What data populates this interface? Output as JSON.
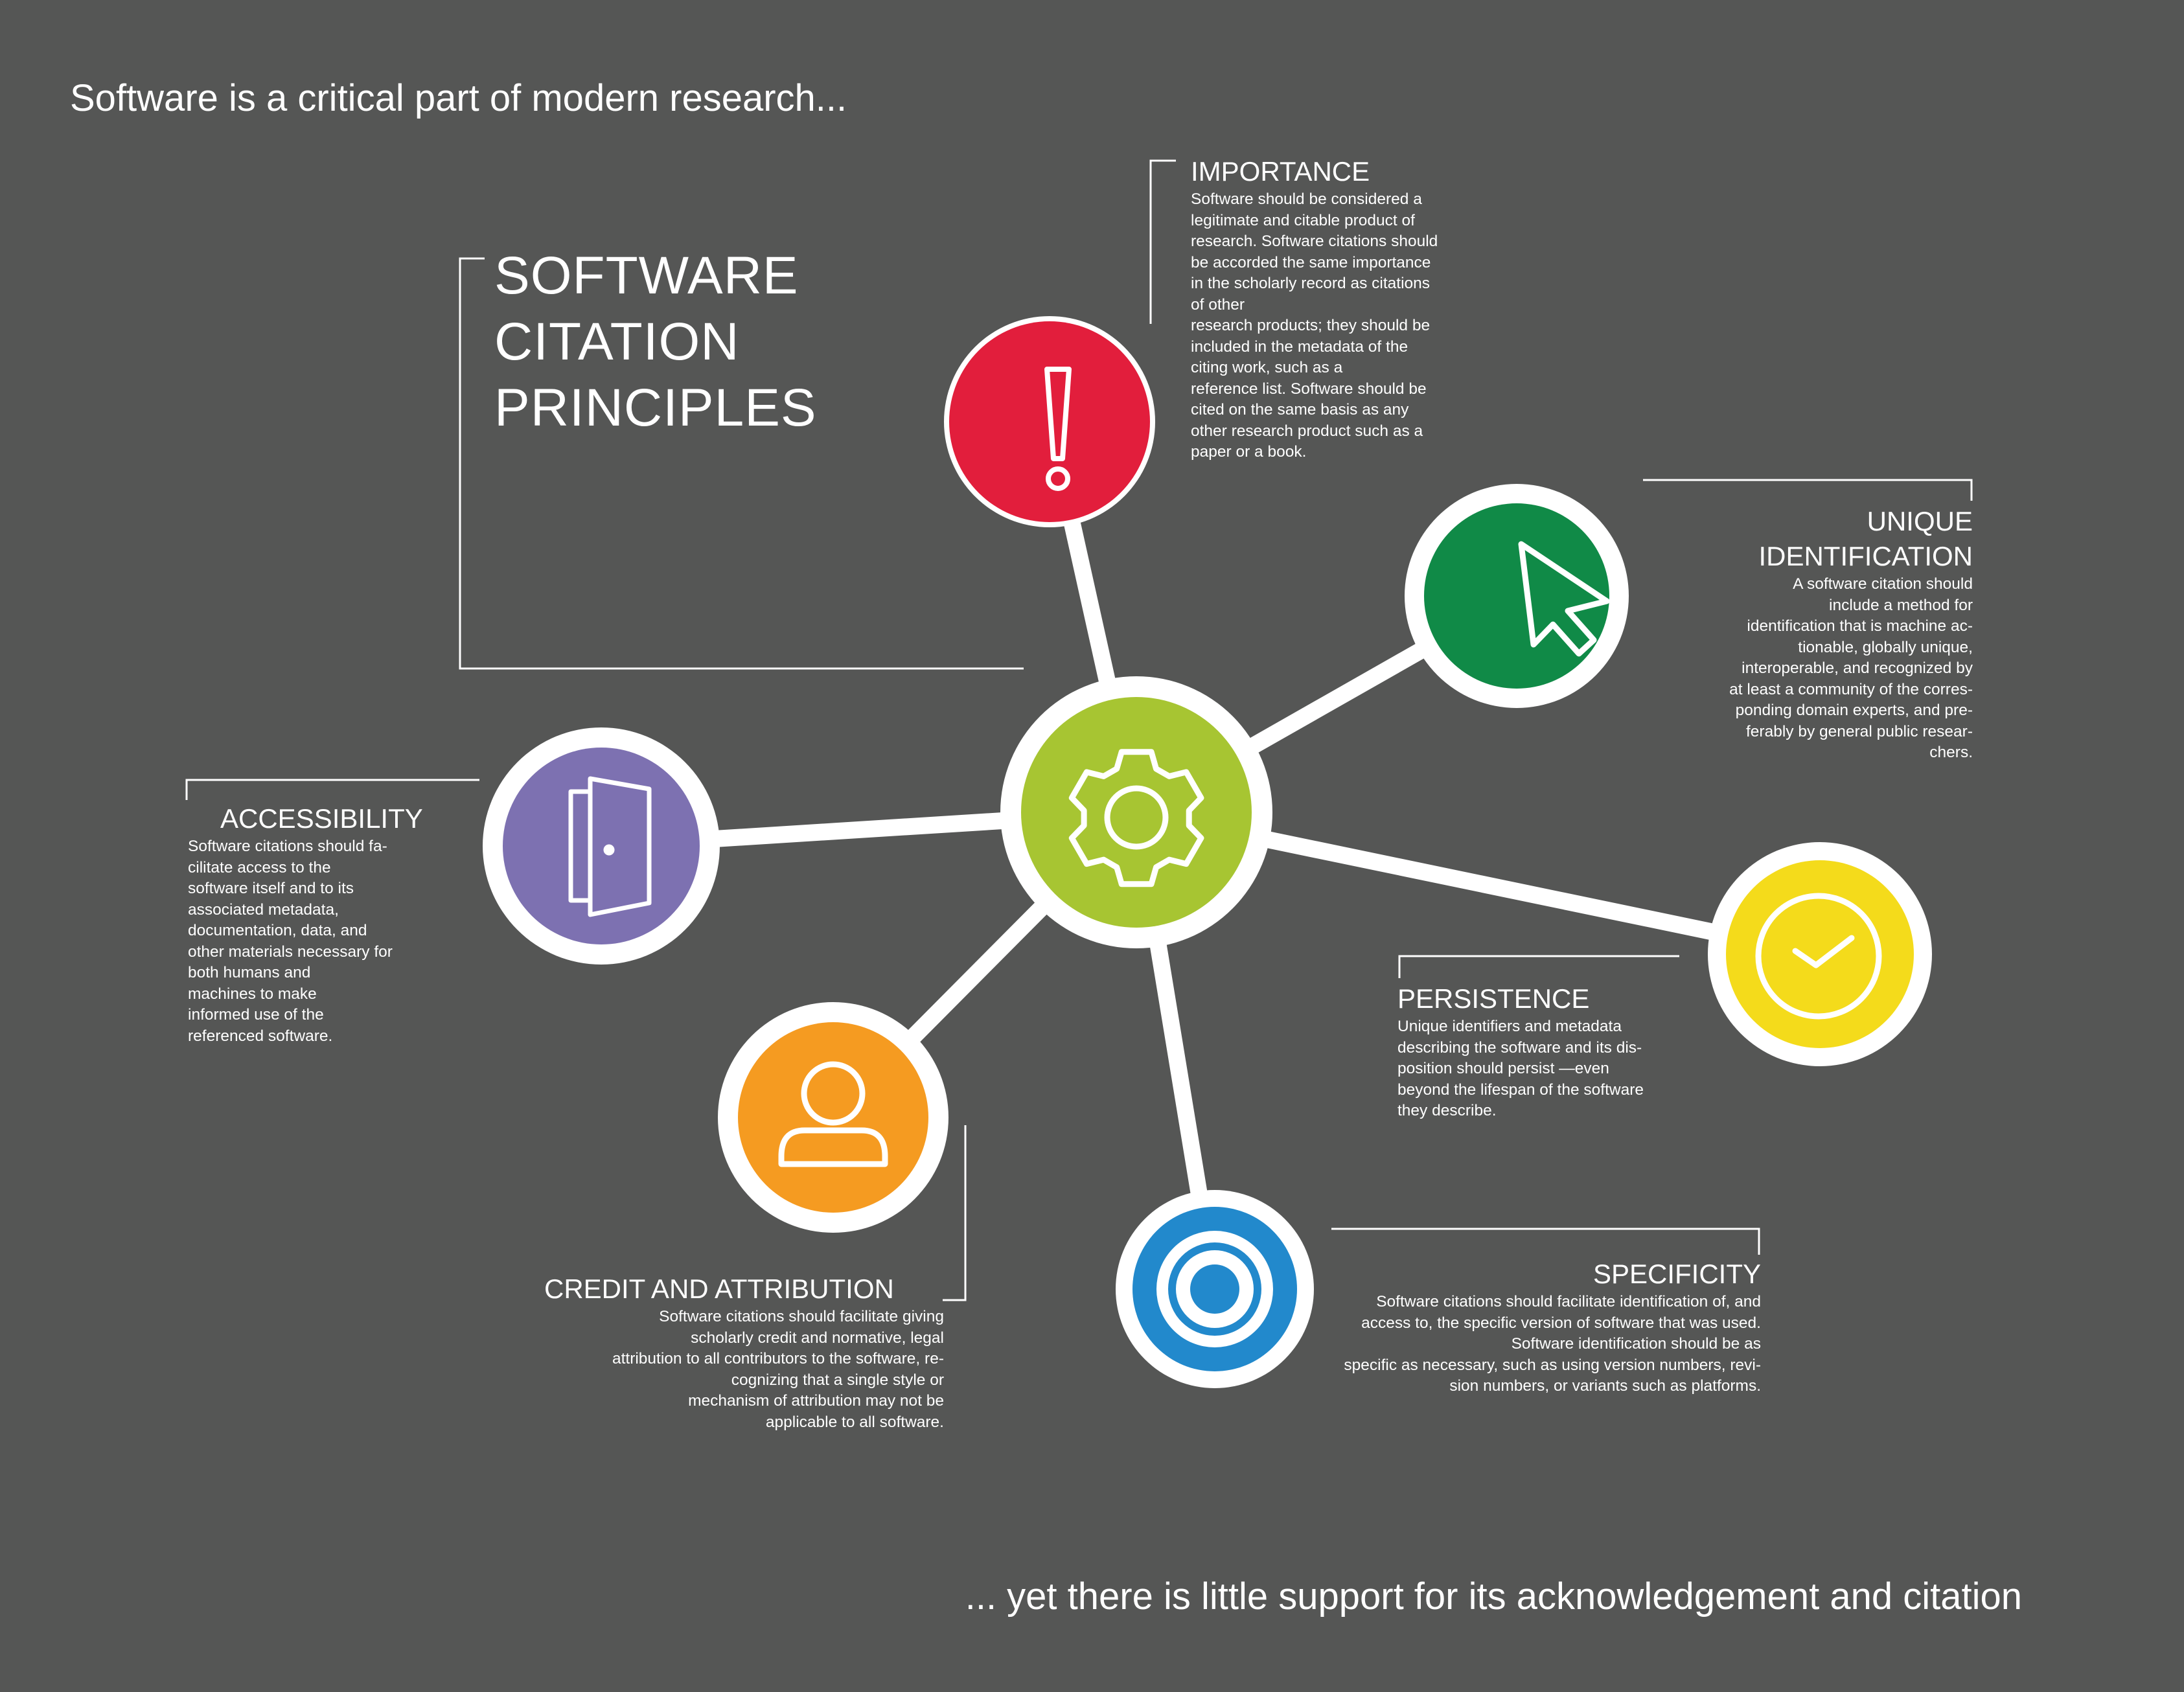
{
  "header": {
    "intro": "Software is a critical part of modern research...",
    "outro": "... yet there is little support for its acknowledgement and citation"
  },
  "title_lines": [
    "SOFTWARE",
    "CITATION",
    "PRINCIPLES"
  ],
  "colors": {
    "background": "#555655",
    "hub": "#a7c532",
    "importance": "#e21e3c",
    "unique_identification": "#108a47",
    "accessibility": "#7d71b1",
    "persistence": "#f4db1b",
    "credit_and_attribution": "#f59b21",
    "specificity": "#2289cc"
  },
  "hub": {
    "icon": "gear-icon"
  },
  "principles": {
    "importance": {
      "title": "IMPORTANCE",
      "icon": "exclamation-icon",
      "lines": [
        "Software should be considered a",
        "legitimate and citable product of",
        "research. Software citations should",
        "be accorded the same importance",
        "in the scholarly record as citations",
        "of other",
        "research products; they should be",
        "included in the metadata of the",
        "citing work, such as a",
        "reference list. Software should be",
        "cited on the same basis as any",
        "other research product such as a",
        "paper or a book."
      ]
    },
    "unique_identification": {
      "title_lines": [
        "UNIQUE",
        "IDENTIFICATION"
      ],
      "icon": "cursor-arrow-icon",
      "lines": [
        "A software citation should",
        "include a method for",
        "identification that is machine ac-",
        "tionable, globally unique,",
        "interoperable, and recognized by",
        "at least a community of the corres-",
        "ponding domain experts, and pre-",
        "ferably by general public resear-",
        "chers."
      ]
    },
    "accessibility": {
      "title": "ACCESSIBILITY",
      "icon": "open-door-icon",
      "lines": [
        "Software citations should fa-",
        "cilitate access to the",
        "software itself and to its",
        "associated metadata,",
        "documentation, data, and",
        "other materials necessary for",
        "both humans and",
        "machines to make",
        "informed use of the",
        "referenced software."
      ]
    },
    "persistence": {
      "title": "PERSISTENCE",
      "icon": "clock-check-icon",
      "lines": [
        "Unique identifiers and metadata",
        "describing the software and its dis-",
        "position should persist —even",
        "beyond the lifespan of the software",
        "they describe."
      ]
    },
    "credit_and_attribution": {
      "title": "CREDIT AND ATTRIBUTION",
      "icon": "person-icon",
      "lines": [
        "Software citations should facilitate giving",
        "scholarly credit and normative, legal",
        "attribution to all contributors to the software, re-",
        "cognizing that a single style or",
        "mechanism of attribution may not be",
        "applicable to all software."
      ]
    },
    "specificity": {
      "title": "SPECIFICITY",
      "icon": "target-icon",
      "lines": [
        "Software citations should facilitate identification of, and",
        "access to, the specific version of software that was used.",
        "Software identification should be as",
        "specific as necessary, such as using version numbers, revi-",
        "sion numbers, or variants such as platforms."
      ]
    }
  }
}
